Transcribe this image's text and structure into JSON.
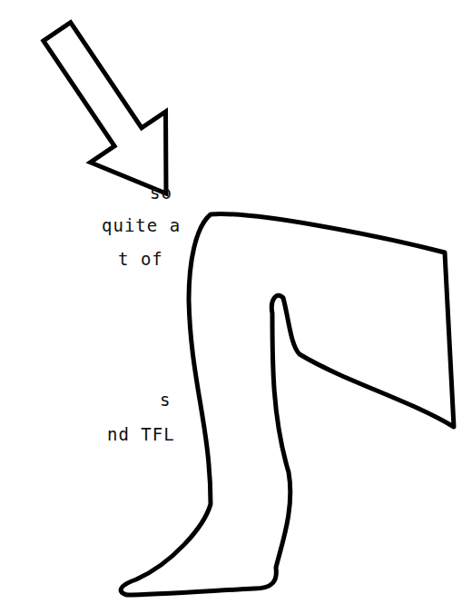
{
  "diagram": {
    "labels": [
      "so",
      "quite a",
      "t of",
      "s",
      "nd TFL"
    ]
  }
}
